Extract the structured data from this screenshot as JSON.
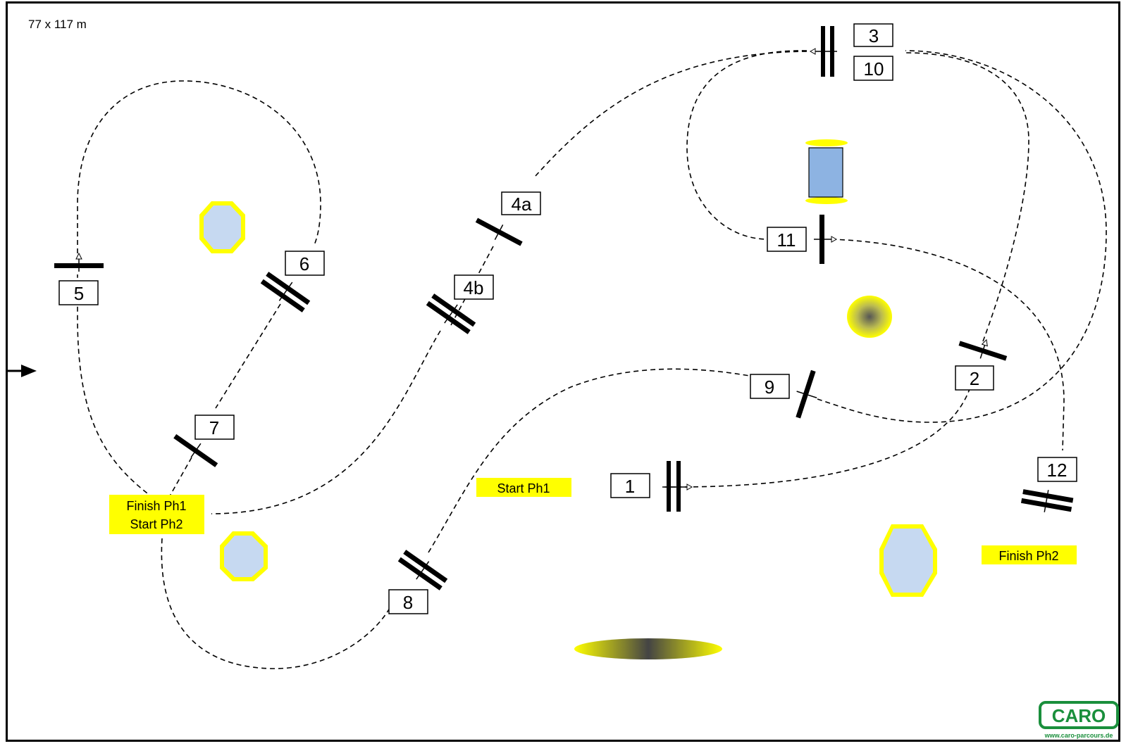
{
  "arena": {
    "size": "77 x 117 m"
  },
  "jumps": [
    {
      "id": "j1",
      "label": "1"
    },
    {
      "id": "j2",
      "label": "2"
    },
    {
      "id": "j3",
      "label": "3"
    },
    {
      "id": "j10",
      "label": "10"
    },
    {
      "id": "j4a",
      "label": "4a"
    },
    {
      "id": "j4b",
      "label": "4b"
    },
    {
      "id": "j5",
      "label": "5"
    },
    {
      "id": "j6",
      "label": "6"
    },
    {
      "id": "j7",
      "label": "7"
    },
    {
      "id": "j8",
      "label": "8"
    },
    {
      "id": "j9",
      "label": "9"
    },
    {
      "id": "j11",
      "label": "11"
    },
    {
      "id": "j12",
      "label": "12"
    }
  ],
  "phases": {
    "finish_ph1": "Finish Ph1",
    "start_ph2": "Start Ph2",
    "start_ph1": "Start Ph1",
    "finish_ph2": "Finish Ph2"
  },
  "logo": {
    "brand": "CARO",
    "url": "www.caro-parcours.de"
  },
  "colors": {
    "highlight": "#ffff00",
    "water": "#c6d9f1",
    "blue_box": "#8db3e2",
    "path": "#000000"
  }
}
